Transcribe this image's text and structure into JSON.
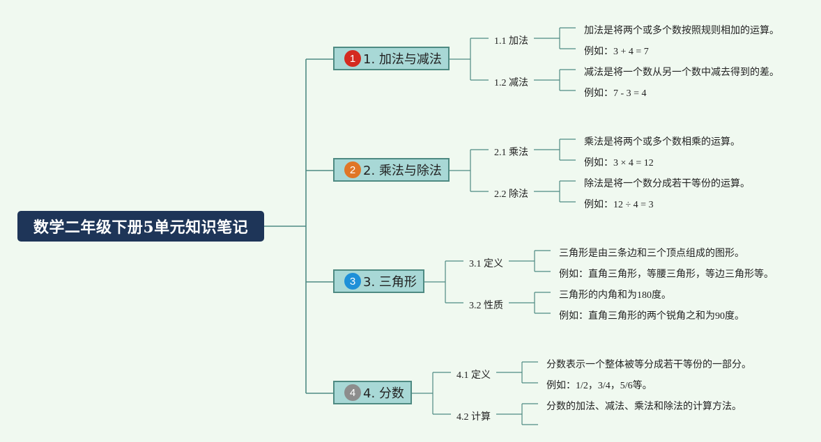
{
  "central": "数学二年级下册5单元知识笔记",
  "colors": {
    "background": "#f0f9f0",
    "central": "#1e3558",
    "branch": "#a8d8d6",
    "line": "#4e8a82"
  },
  "branches": [
    {
      "num": "1",
      "label": "1. 加法与减法",
      "badge_color": "#d42a1f",
      "subs": [
        {
          "label": "1.1 加法",
          "leaves": [
            "加法是将两个或多个数按照规则相加的运算。",
            "例如：3 + 4 = 7"
          ]
        },
        {
          "label": "1.2 减法",
          "leaves": [
            "减法是将一个数从另一个数中减去得到的差。",
            "例如：7 - 3 = 4"
          ]
        }
      ]
    },
    {
      "num": "2",
      "label": "2. 乘法与除法",
      "badge_color": "#e07626",
      "subs": [
        {
          "label": "2.1 乘法",
          "leaves": [
            "乘法是将两个或多个数相乘的运算。",
            "例如：3 × 4 = 12"
          ]
        },
        {
          "label": "2.2 除法",
          "leaves": [
            "除法是将一个数分成若干等份的运算。",
            "例如：12 ÷ 4 = 3"
          ]
        }
      ]
    },
    {
      "num": "3",
      "label": "3. 三角形",
      "badge_color": "#1e90d8",
      "subs": [
        {
          "label": "3.1 定义",
          "leaves": [
            "三角形是由三条边和三个顶点组成的图形。",
            "例如：直角三角形，等腰三角形，等边三角形等。"
          ]
        },
        {
          "label": "3.2 性质",
          "leaves": [
            "三角形的内角和为180度。",
            "例如：直角三角形的两个锐角之和为90度。"
          ]
        }
      ]
    },
    {
      "num": "4",
      "label": "4. 分数",
      "badge_color": "#8d8d8d",
      "subs": [
        {
          "label": "4.1 定义",
          "leaves": [
            "分数表示一个整体被等分成若干等份的一部分。",
            "例如：1/2，3/4，5/6等。"
          ]
        },
        {
          "label": "4.2 计算",
          "leaves": [
            "分数的加法、减法、乘法和除法的计算方法。",
            ""
          ]
        }
      ]
    }
  ]
}
